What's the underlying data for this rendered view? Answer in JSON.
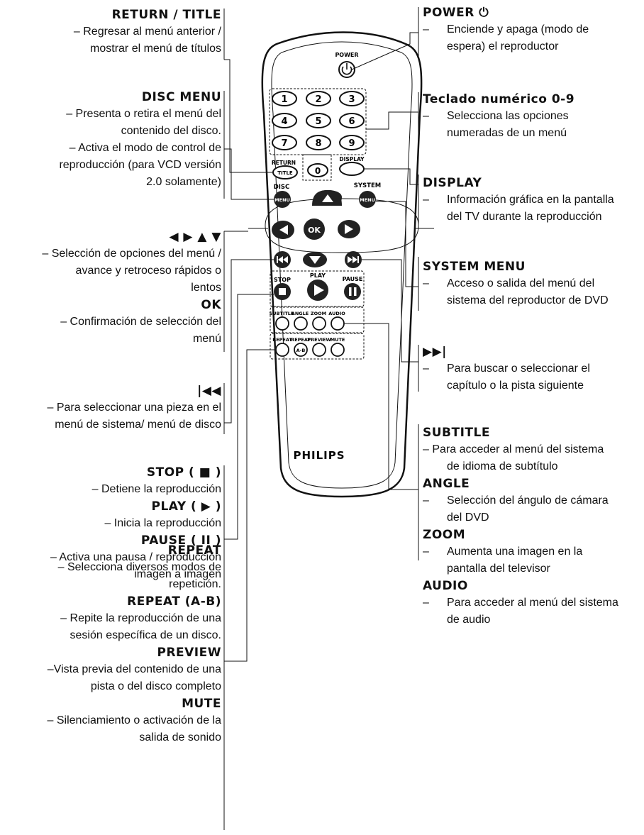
{
  "left": {
    "return_title": {
      "heading": "RETURN / TITLE",
      "lines": [
        "– Regresar al menú anterior /",
        "mostrar el menú de títulos"
      ]
    },
    "disc_menu": {
      "heading": "DISC MENU",
      "lines": [
        "– Presenta o retira el menú del",
        "contenido del disco.",
        "– Activa el modo de control de",
        "reproducción (para VCD versión",
        "2.0 solamente)"
      ]
    },
    "arrows": {
      "heading": "◀ ▶ ▲ ▼",
      "lines": [
        "– Selección de opciones del menú /",
        "avance y retroceso rápidos o",
        "lentos"
      ]
    },
    "ok": {
      "heading": "OK",
      "lines": [
        "– Confirmación de selección del",
        "menú"
      ]
    },
    "prev": {
      "heading": "|◀◀",
      "lines": [
        "– Para seleccionar una pieza en el",
        "menú de sistema/ menú de disco"
      ]
    },
    "stop": {
      "heading": "STOP ( ■ )",
      "lines": [
        "– Detiene la reproducción"
      ]
    },
    "play": {
      "heading": "PLAY ( ▶ )",
      "lines": [
        "– Inicia la reproducción"
      ]
    },
    "pause": {
      "heading": "PAUSE ( II )",
      "lines": [
        "– Activa una pausa / reproducción",
        "imagen a imagen"
      ]
    },
    "repeat": {
      "heading": "REPEAT",
      "lines": [
        "– Selecciona diversos modos de",
        "repetición."
      ]
    },
    "repeat_ab": {
      "heading": "REPEAT (A-B)",
      "lines": [
        "– Repite la reproducción de una",
        "sesión específica de un disco."
      ]
    },
    "preview": {
      "heading": "PREVIEW",
      "lines": [
        "–Vista previa del contenido de una",
        "pista o del disco completo"
      ]
    },
    "mute": {
      "heading": "MUTE",
      "lines": [
        "– Silenciamiento o activación de la",
        "salida de sonido"
      ]
    }
  },
  "right": {
    "power": {
      "heading": "POWER ⏻",
      "lines": [
        "Enciende y apaga (modo de",
        "espera) el reproductor"
      ]
    },
    "keypad": {
      "heading": "Teclado numérico 0-9",
      "lines": [
        "Selecciona las opciones",
        "numeradas de un menú"
      ]
    },
    "display": {
      "heading": "DISPLAY",
      "lines": [
        "Información gráfica en la pantalla",
        "del TV durante la reproducción"
      ]
    },
    "system_menu": {
      "heading": "SYSTEM MENU",
      "lines": [
        "Acceso o salida del menú del",
        "sistema del reproductor de DVD"
      ]
    },
    "next": {
      "heading": "▶▶|",
      "lines": [
        "Para buscar o seleccionar el",
        "capítulo o la pista siguiente"
      ]
    },
    "subtitle": {
      "heading": "SUBTITLE",
      "lines": [
        "– Para acceder al menú del sistema",
        "de idioma de subtítulo"
      ]
    },
    "angle": {
      "heading": "ANGLE",
      "lines": [
        "Selección del ángulo de cámara",
        "del DVD"
      ]
    },
    "zoom": {
      "heading": "ZOOM",
      "lines": [
        "Aumenta una imagen en la",
        "pantalla del televisor"
      ]
    },
    "audio": {
      "heading": "AUDIO",
      "lines": [
        "Para acceder al menú del sistema",
        "de audio"
      ]
    }
  },
  "dash": "–",
  "remote": {
    "power_label": "POWER",
    "keys": [
      "1",
      "2",
      "3",
      "4",
      "5",
      "6",
      "7",
      "8",
      "9",
      "0"
    ],
    "return_label": "RETURN",
    "title_key": "TITLE",
    "display_label": "DISPLAY",
    "disc_label": "DISC",
    "system_label": "SYSTEM",
    "menu_key": "MENU",
    "ok_key": "OK",
    "stop_label": "STOP",
    "play_label": "PLAY",
    "pause_label": "PAUSE",
    "subtitle_label": "SUBTITLE",
    "angle_label": "ANGLE",
    "zoom_label": "ZOOM",
    "audio_label": "AUDIO",
    "repeat_label": "REPEAT",
    "repeat2_label": "REPEAT",
    "preview_label": "PREVIEW",
    "mute_label": "MUTE",
    "ab_key": "A-B",
    "brand": "PHILIPS"
  }
}
